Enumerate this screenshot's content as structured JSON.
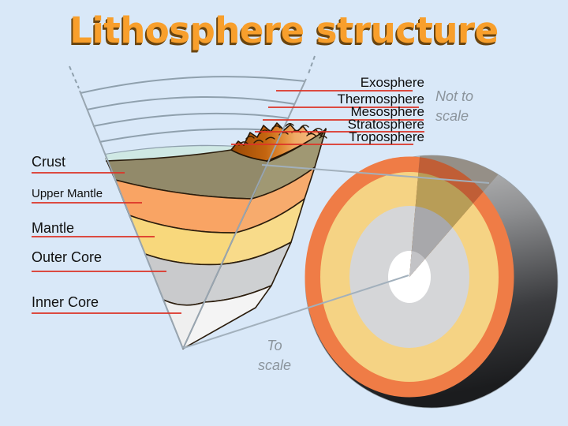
{
  "slide": {
    "title": "Lithosphere structure"
  },
  "earth_layers": [
    {
      "label": "Crust",
      "color": "#928a6a"
    },
    {
      "label": "Upper Mantle",
      "color": "#f9a464"
    },
    {
      "label": "Mantle",
      "color": "#f8d87c"
    },
    {
      "label": "Outer Core",
      "color": "#c9cacc"
    },
    {
      "label": "Inner Core",
      "color": "#efefef"
    }
  ],
  "atmosphere_layers": [
    {
      "label": "Exosphere"
    },
    {
      "label": "Thermosphere"
    },
    {
      "label": "Mesosphere"
    },
    {
      "label": "Stratosphere"
    },
    {
      "label": "Troposphere"
    }
  ],
  "notes": {
    "not_to_scale_line1": "Not to",
    "not_to_scale_line2": "scale",
    "to_scale_line1": "To",
    "to_scale_line2": "scale"
  },
  "globe": {
    "layers": [
      {
        "name": "crust-ring",
        "color": "#ef7c46"
      },
      {
        "name": "mantle",
        "color": "#f5d384"
      },
      {
        "name": "outer-core",
        "color": "#d5d6d8"
      },
      {
        "name": "inner-core",
        "color": "#ffffff"
      }
    ]
  },
  "palette": {
    "background": "#d9e8f8",
    "title_fill": "#f89f2c",
    "title_shadow": "#6b450f",
    "leader_red": "#dd3327",
    "edge_gray": "#98a5b0",
    "note_gray": "#8b949c",
    "ocean": "#cfe8e4"
  }
}
